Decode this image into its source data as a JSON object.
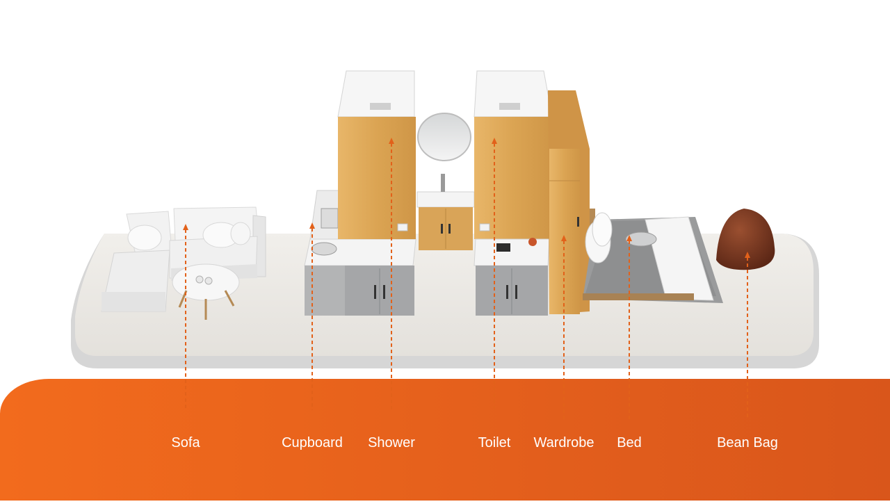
{
  "colors": {
    "accent": "#e2611a",
    "band_start": "#f26b1d",
    "band_end": "#d9561b",
    "floor": "#ece9e4",
    "floor_edge": "#d8d8d8",
    "wood": "#e0a85a",
    "cabinet": "#a9aaab",
    "marble": "#f3f3f3",
    "bean_bag": "#7a3a22",
    "label_text": "#ffffff"
  },
  "callouts": [
    {
      "id": "sofa",
      "label": "Sofa"
    },
    {
      "id": "cupboard",
      "label": "Cupboard"
    },
    {
      "id": "shower",
      "label": "Shower"
    },
    {
      "id": "toilet",
      "label": "Toilet"
    },
    {
      "id": "wardrobe",
      "label": "Wardrobe"
    },
    {
      "id": "bed",
      "label": "Bed"
    },
    {
      "id": "bean-bag",
      "label": "Bean Bag"
    }
  ]
}
